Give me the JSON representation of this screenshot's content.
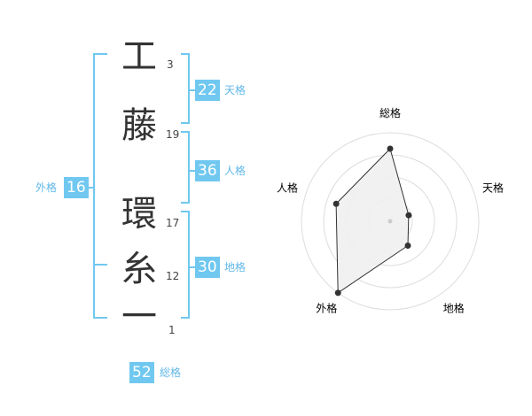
{
  "name": {
    "chars": [
      {
        "char": "工",
        "strokes": "3"
      },
      {
        "char": "藤",
        "strokes": "19"
      },
      {
        "char": "環",
        "strokes": "17"
      },
      {
        "char": "糸",
        "strokes": "12"
      },
      {
        "char": "一",
        "strokes": "1"
      }
    ]
  },
  "scores": {
    "tenkaku": {
      "value": "22",
      "label": "天格"
    },
    "jinkaku": {
      "value": "36",
      "label": "人格"
    },
    "chikaku": {
      "value": "30",
      "label": "地格"
    },
    "gaikaku": {
      "value": "16",
      "label": "外格"
    },
    "soukaku": {
      "value": "52",
      "label": "総格"
    }
  },
  "colors": {
    "accent": "#70c8f0",
    "label": "#62b8e8",
    "text": "#333333"
  },
  "chart_data": {
    "type": "radar",
    "axes": [
      "総格",
      "天格",
      "地格",
      "外格",
      "人格"
    ],
    "values": [
      0.82,
      0.22,
      0.34,
      1.0,
      0.64
    ],
    "rings": 4,
    "grid": true
  }
}
